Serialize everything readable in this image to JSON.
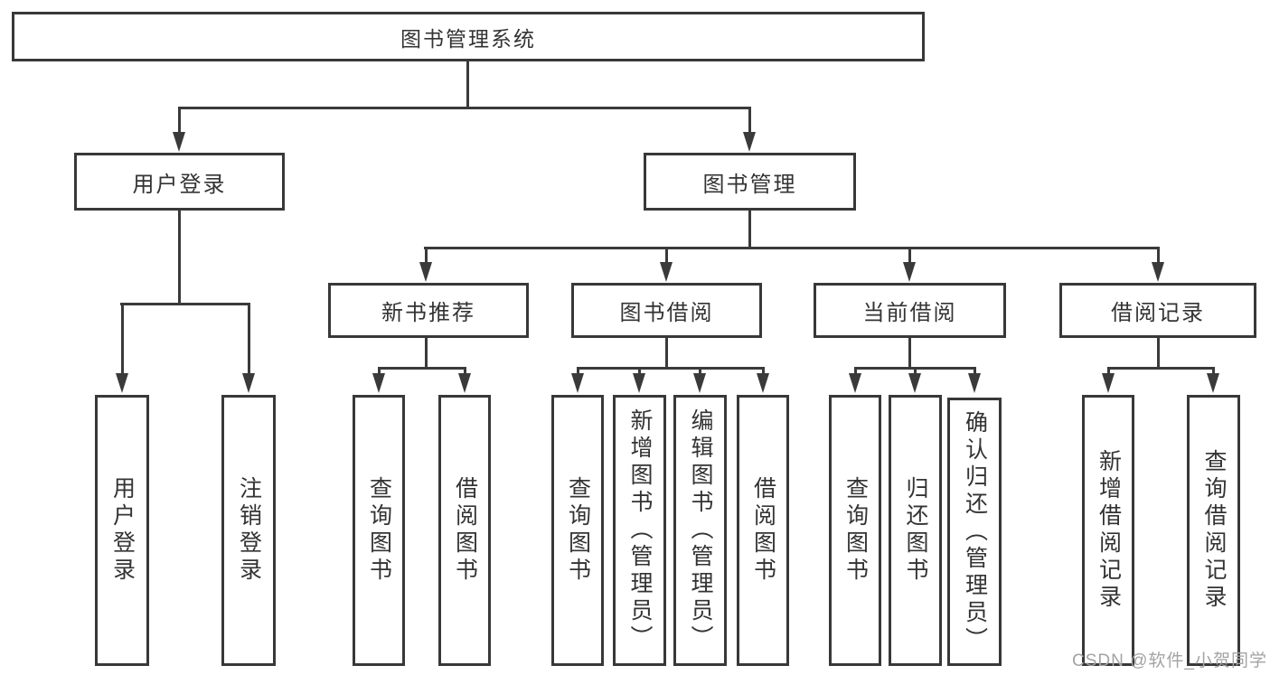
{
  "diagram": {
    "tree": {
      "label": "图书管理系统",
      "children": [
        {
          "label": "用户登录",
          "children": [
            {
              "label": "用户登录"
            },
            {
              "label": "注销登录"
            }
          ]
        },
        {
          "label": "图书管理",
          "children": [
            {
              "label": "新书推荐",
              "children": [
                {
                  "label": "查询图书"
                },
                {
                  "label": "借阅图书"
                }
              ]
            },
            {
              "label": "图书借阅",
              "children": [
                {
                  "label": "查询图书"
                },
                {
                  "label": "新增图书（管理员）"
                },
                {
                  "label": "编辑图书（管理员）"
                },
                {
                  "label": "借阅图书"
                }
              ]
            },
            {
              "label": "当前借阅",
              "children": [
                {
                  "label": "查询图书"
                },
                {
                  "label": "归还图书"
                },
                {
                  "label": "确认归还（管理员）"
                }
              ]
            },
            {
              "label": "借阅记录",
              "children": [
                {
                  "label": "新增借阅记录"
                },
                {
                  "label": "查询借阅记录"
                }
              ]
            }
          ]
        }
      ]
    }
  },
  "watermark": {
    "text": "CSDN @软件_小贺同学"
  },
  "colors": {
    "line": "#3a3a3a",
    "box_border": "#383838",
    "text": "#333333",
    "watermark": "#a3a3a3",
    "background": "#ffffff"
  }
}
